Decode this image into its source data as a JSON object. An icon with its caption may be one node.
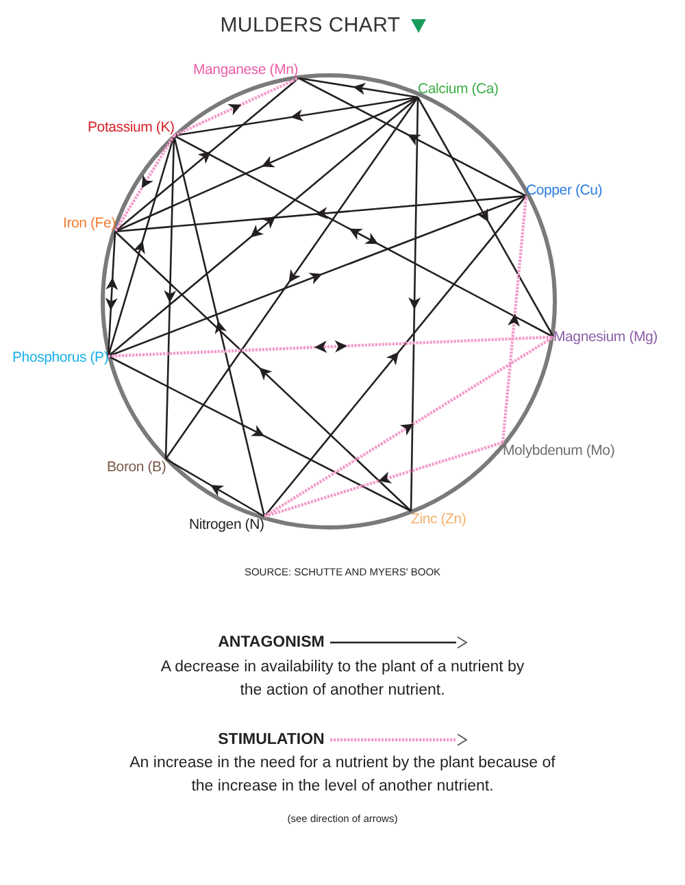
{
  "diagram": {
    "title": "MULDERS CHART",
    "nodes": [
      {
        "text": [
          "Manganese (Mn)"
        ]
      },
      {
        "text": [
          "Calcium (Ca)"
        ]
      },
      {
        "text": [
          "Potassium (K)"
        ]
      },
      {
        "text": [
          "Copper (Cu)"
        ]
      },
      {
        "text": [
          "Iron (Fe)"
        ]
      },
      {
        "text": [
          "Magnesium (Mg)"
        ]
      },
      {
        "text": [
          "Phosphorus (P)"
        ]
      },
      {
        "text": [
          "Molybdenum (Mo)"
        ]
      },
      {
        "text": [
          "Boron (B)"
        ]
      },
      {
        "text": [
          "Zinc (Zn)"
        ]
      },
      {
        "text": [
          "Nitrogen (N)"
        ]
      }
    ],
    "edges": [
      {
        "from": 1,
        "to": 0,
        "arrow": "to"
      },
      {
        "from": 1,
        "to": 2,
        "arrow": "to"
      },
      {
        "from": 1,
        "to": 4,
        "arrow": "to"
      },
      {
        "from": 4,
        "to": 0,
        "arrow": "to"
      },
      {
        "from": 3,
        "to": 0,
        "arrow": "to"
      },
      {
        "from": 1,
        "to": 5,
        "arrow": "to"
      },
      {
        "from": 2,
        "to": 5,
        "arrow": "both"
      },
      {
        "from": 3,
        "to": 4,
        "arrow": "to"
      },
      {
        "from": 6,
        "to": 1,
        "arrow": "both"
      },
      {
        "from": 6,
        "to": 3,
        "arrow": "to"
      },
      {
        "from": 2,
        "to": 8,
        "arrow": "to"
      },
      {
        "from": 6,
        "to": 2,
        "arrow": "to"
      },
      {
        "from": 4,
        "to": 6,
        "arrow": "both"
      },
      {
        "from": 1,
        "to": 8,
        "arrow": "to"
      },
      {
        "from": 1,
        "to": 9,
        "arrow": "to"
      },
      {
        "from": 10,
        "to": 2,
        "arrow": "to"
      },
      {
        "from": 10,
        "to": 3,
        "arrow": "to"
      },
      {
        "from": 10,
        "to": 8,
        "arrow": "to"
      },
      {
        "from": 9,
        "to": 4,
        "arrow": "to"
      },
      {
        "from": 6,
        "to": 9,
        "arrow": "to"
      },
      {
        "from": 2,
        "to": 0,
        "arrow": "to",
        "style": "dashed",
        "color": "#f49ac9"
      },
      {
        "from": 2,
        "to": 4,
        "arrow": "to",
        "style": "dashed",
        "color": "#f49ac9"
      },
      {
        "from": 6,
        "to": 5,
        "arrow": "both",
        "style": "dashed",
        "color": "#f49ac9"
      },
      {
        "from": 10,
        "to": 5,
        "arrow": "to",
        "style": "dashed",
        "color": "#f49ac9"
      },
      {
        "from": 7,
        "to": 3,
        "arrow": "to",
        "style": "dashed",
        "color": "#f49ac9"
      },
      {
        "from": 7,
        "to": 10,
        "arrow": "to",
        "style": "dashed",
        "color": "#f49ac9"
      }
    ],
    "labels": [
      "SOURCE: SCHUTTE AND MYERS' BOOK",
      "A decrease in availability to the plant of a nutrient by the action of another nutrient.",
      "An increase in the need for a nutrient by the plant because of the increase in the level of another nutrient.",
      "(see direction of arrows)"
    ],
    "legend": [
      {
        "text": "ANTAGONISM"
      },
      {
        "text": "STIMULATION"
      }
    ]
  }
}
